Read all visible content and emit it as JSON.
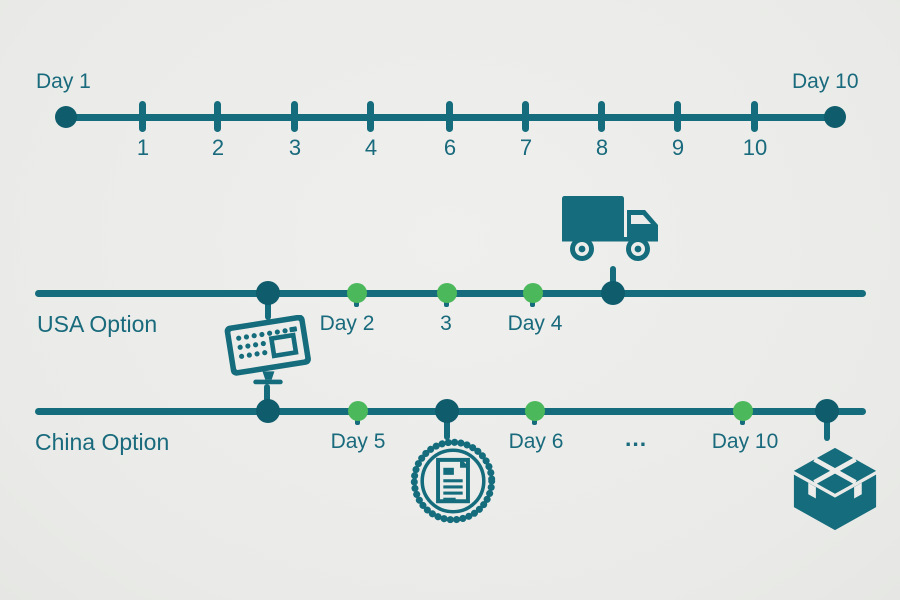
{
  "palette": {
    "background": "#ECEDEA",
    "teal": "#146C7C",
    "teal_dark": "#0E5C6C",
    "text": "#186A7C",
    "green": "#4BB85C"
  },
  "top_timeline": {
    "start_label": "Day 1",
    "end_label": "Day 10",
    "ticks": [
      "1",
      "2",
      "3",
      "4",
      "6",
      "7",
      "8",
      "9",
      "10"
    ]
  },
  "usa_timeline": {
    "label": "USA Option",
    "milestones": [
      "Day 2",
      "3",
      "Day 4"
    ],
    "icons": [
      "monitor-keypad",
      "delivery-truck"
    ]
  },
  "china_timeline": {
    "label": "China Option",
    "milestones": [
      "Day 5",
      "Day 6",
      "...",
      "Day 10"
    ],
    "ellipsis": "...",
    "icons": [
      "monitor-keypad",
      "certificate-seal",
      "package-box"
    ]
  }
}
